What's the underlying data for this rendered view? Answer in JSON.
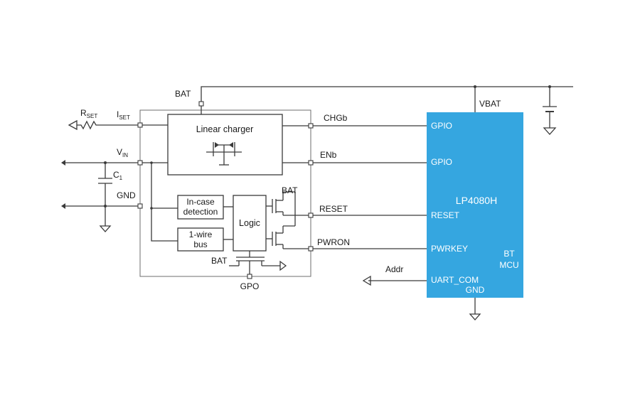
{
  "chip": {
    "bat_top": "BAT",
    "iset": {
      "main": "I",
      "sub": "SET"
    },
    "vin": {
      "main": "V",
      "sub": "IN"
    },
    "gnd": "GND",
    "gpo": "GPO",
    "bat_logic": "BAT",
    "bat_switch": "BAT"
  },
  "external": {
    "rset": {
      "main": "R",
      "sub": "SET"
    },
    "c1": {
      "main": "C",
      "sub": "1"
    },
    "vbat": "VBAT",
    "addr": "Addr"
  },
  "blocks": {
    "linear_charger": "Linear charger",
    "incase_line1": "In-case",
    "incase_line2": "detection",
    "wire_line1": "1-wire",
    "wire_line2": "bus",
    "logic": "Logic"
  },
  "signals": {
    "chgb": "CHGb",
    "enb": "ENb",
    "reset": "RESET",
    "pwron": "PWRON"
  },
  "mcu": {
    "name": "LP4080H",
    "pin_gpio1": "GPIO",
    "pin_gpio2": "GPIO",
    "pin_reset": "RESET",
    "pin_pwrkey": "PWRKEY",
    "pin_uart": "UART_COM",
    "pin_gnd": "GND",
    "bt": "BT",
    "mcu_label": "MCU",
    "fill_color": "#35A6E0"
  }
}
